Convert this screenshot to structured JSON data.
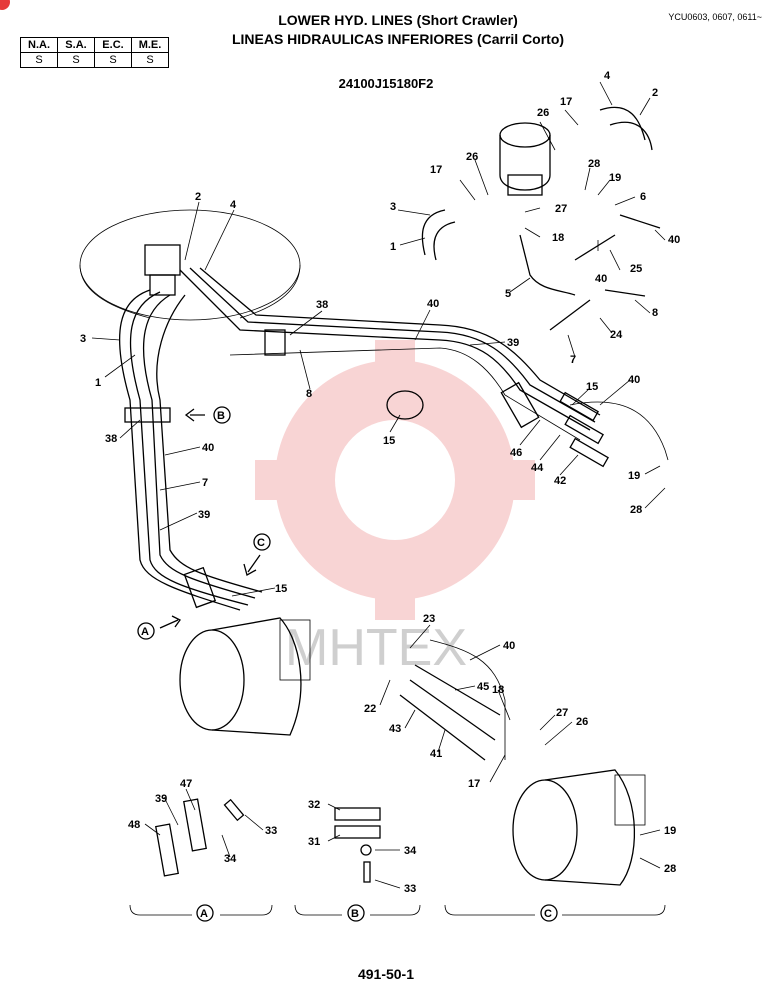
{
  "header": {
    "title_en": "LOWER HYD. LINES (Short Crawler)",
    "title_es": "LINEAS HIDRAULICAS INFERIORES (Carril Corto)",
    "serial": "YCU0603, 0607, 0611~",
    "drawing_number": "24100J15180F2"
  },
  "codes_table": {
    "headers": [
      "N.A.",
      "S.A.",
      "E.C.",
      "M.E."
    ],
    "values": [
      "S",
      "S",
      "S",
      "S"
    ]
  },
  "watermark": "MHTEX",
  "views": {
    "a": "A",
    "b": "B",
    "c": "C"
  },
  "callouts": {
    "c2a": "2",
    "c4a": "4",
    "c3a": "3",
    "c1a": "1",
    "c38a": "38",
    "c40a": "40",
    "c39a": "39",
    "c8a": "8",
    "c38b": "38",
    "c40b": "40",
    "c7a": "7",
    "c39b": "39",
    "c15a": "15",
    "c15b": "15",
    "c15c": "15",
    "c40c": "40",
    "c46": "46",
    "c44": "44",
    "c42": "42",
    "c19a": "19",
    "c28a": "28",
    "c4b": "4",
    "c2b": "2",
    "c26a": "26",
    "c17a": "17",
    "c28b": "28",
    "c19b": "19",
    "c6": "6",
    "c40d": "40",
    "c26b": "26",
    "c17b": "17",
    "c3b": "3",
    "c27a": "27",
    "c18a": "18",
    "c1b": "1",
    "c25": "25",
    "c40e": "40",
    "c5": "5",
    "c8b": "8",
    "c24": "24",
    "c7b": "7",
    "c23": "23",
    "c40f": "40",
    "c45": "45",
    "c22": "22",
    "c43": "43",
    "c41": "41",
    "c18b": "18",
    "c27b": "27",
    "c26c": "26",
    "c17c": "17",
    "c19c": "19",
    "c28c": "28",
    "c47": "47",
    "c39c": "39",
    "c48": "48",
    "c33a": "33",
    "c34a": "34",
    "c32": "32",
    "c31": "31",
    "c34b": "34",
    "c33b": "33"
  },
  "footer": {
    "page": "491-50-1"
  },
  "colors": {
    "ink": "#000000",
    "watermark_red": "#f3b1b1",
    "watermark_gray": "#cfcfcf",
    "badge": "#e63a3a"
  }
}
